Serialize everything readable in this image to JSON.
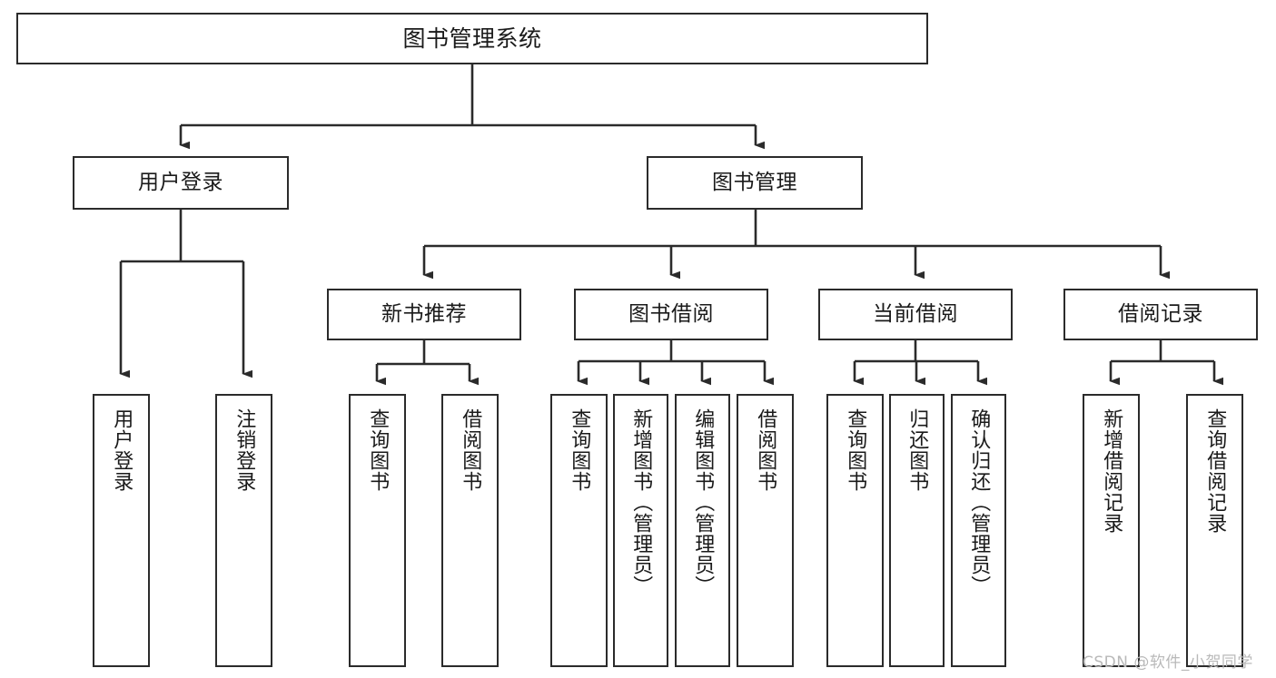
{
  "diagram": {
    "title": "图书管理系统",
    "type": "tree-hierarchy-diagram",
    "theme": {
      "background": "#ffffff",
      "border": "#2b2b2b",
      "text": "#1a1a1a",
      "edge": "#2b2b2b",
      "watermark": "#b9b9b9"
    },
    "watermark": "CSDN @软件_小贺同学",
    "nodes": {
      "root": {
        "label": "图书管理系统"
      },
      "level2": [
        {
          "id": "user-login",
          "label": "用户登录"
        },
        {
          "id": "book-manage",
          "label": "图书管理"
        }
      ],
      "level3": [
        {
          "id": "new-book-rec",
          "label": "新书推荐"
        },
        {
          "id": "book-borrow",
          "label": "图书借阅"
        },
        {
          "id": "current-borrow",
          "label": "当前借阅"
        },
        {
          "id": "borrow-record",
          "label": "借阅记录"
        }
      ],
      "leaves": {
        "user_login": [
          {
            "id": "leaf-user-login",
            "label": "用户登录"
          },
          {
            "id": "leaf-logout-login",
            "label": "注销登录"
          }
        ],
        "new_book_rec": [
          {
            "id": "leaf-query-book-1",
            "label": "查询图书"
          },
          {
            "id": "leaf-borrow-book-1",
            "label": "借阅图书"
          }
        ],
        "book_borrow": [
          {
            "id": "leaf-query-book-2",
            "label": "查询图书"
          },
          {
            "id": "leaf-add-book",
            "label": "新增图书（管理员）"
          },
          {
            "id": "leaf-edit-book",
            "label": "编辑图书（管理员）"
          },
          {
            "id": "leaf-borrow-book-2",
            "label": "借阅图书"
          }
        ],
        "current_borrow": [
          {
            "id": "leaf-query-book-3",
            "label": "查询图书"
          },
          {
            "id": "leaf-return-book",
            "label": "归还图书"
          },
          {
            "id": "leaf-confirm-return",
            "label": "确认归还（管理员）"
          }
        ],
        "borrow_record": [
          {
            "id": "leaf-add-record",
            "label": "新增借阅记录"
          },
          {
            "id": "leaf-query-record",
            "label": "查询借阅记录"
          }
        ]
      }
    }
  }
}
